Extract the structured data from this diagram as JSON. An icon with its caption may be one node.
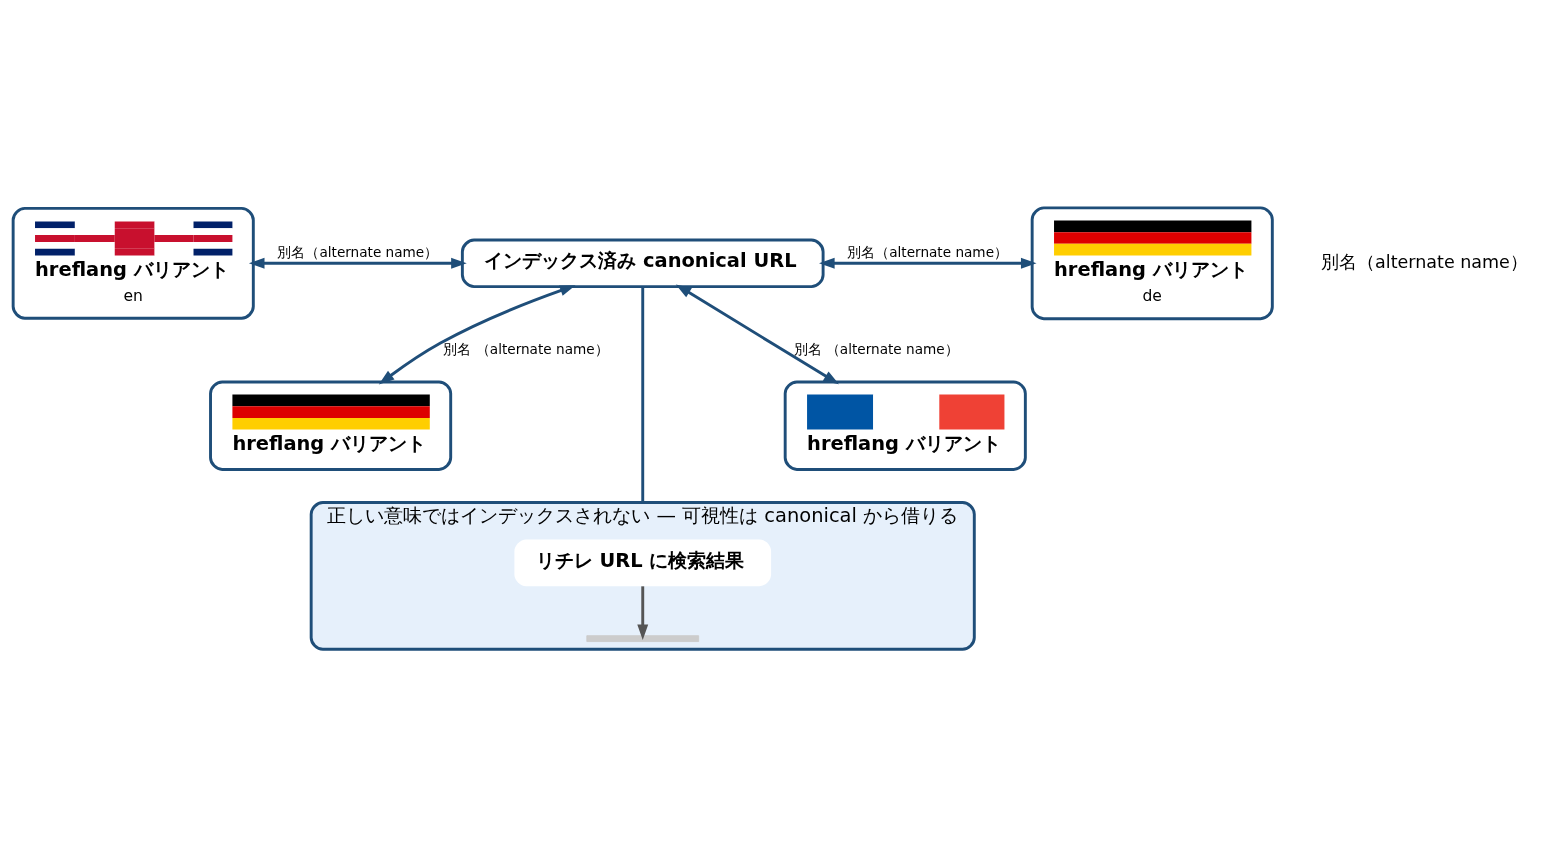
{
  "diagram": {
    "nodes": [
      {
        "text": [
          "hreflang バリアント",
          "en"
        ]
      },
      {
        "text": [
          "hreflang バリアント",
          "de"
        ]
      },
      {
        "text": [
          "インデックス済み canonical URL"
        ]
      },
      {
        "text": [
          "hreflang バリアント"
        ]
      },
      {
        "text": [
          "hreflang バリアント"
        ]
      },
      {
        "text": [
          "正しい意味ではインデックスされない — 可視性は canonical から借りる"
        ]
      },
      {
        "text": [
          "リチレ URL に検索結果"
        ],
        "in": 5
      },
      {
        "text": [],
        "shape": "bar",
        "in": 5
      }
    ],
    "edges": [
      {
        "from": 2,
        "to": 0,
        "arrow": "both",
        "label": "別名（alternate name）"
      },
      {
        "from": 2,
        "to": 1,
        "arrow": "both",
        "label": "別名（alternate name）"
      },
      {
        "from": 2,
        "to": 3,
        "arrow": "both",
        "label": "別名 （alternate name）"
      },
      {
        "from": 2,
        "to": 4,
        "arrow": "both",
        "label": "別名 （alternate name）"
      },
      {
        "from": 2,
        "to": 5,
        "arrow": "none"
      },
      {
        "from": 6,
        "to": 7,
        "arrow": "to",
        "color": "#555555"
      }
    ],
    "labels": [
      "別名（alternate name）"
    ]
  }
}
